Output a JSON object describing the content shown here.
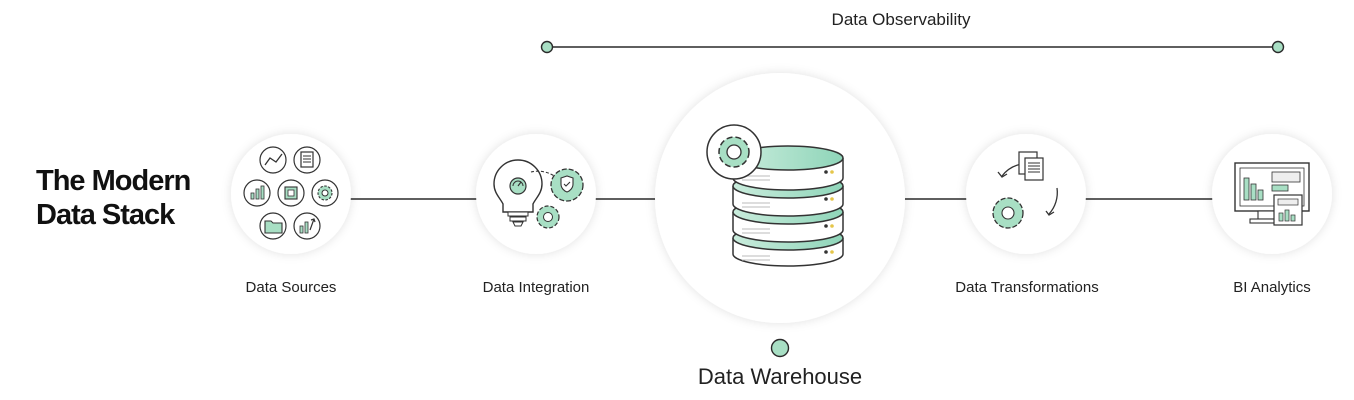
{
  "title_line1": "The Modern",
  "title_line2": "Data Stack",
  "observability_label": "Data Observability",
  "stages": {
    "sources": "Data Sources",
    "integration": "Data Integration",
    "transformations": "Data Transformations",
    "bi": "BI Analytics"
  },
  "warehouse_label": "Data Warehouse",
  "colors": {
    "accent": "#a8dfc4",
    "accent_dark": "#7ccdb0",
    "line": "#2a2a2a",
    "circle_bg": "#ffffff"
  }
}
